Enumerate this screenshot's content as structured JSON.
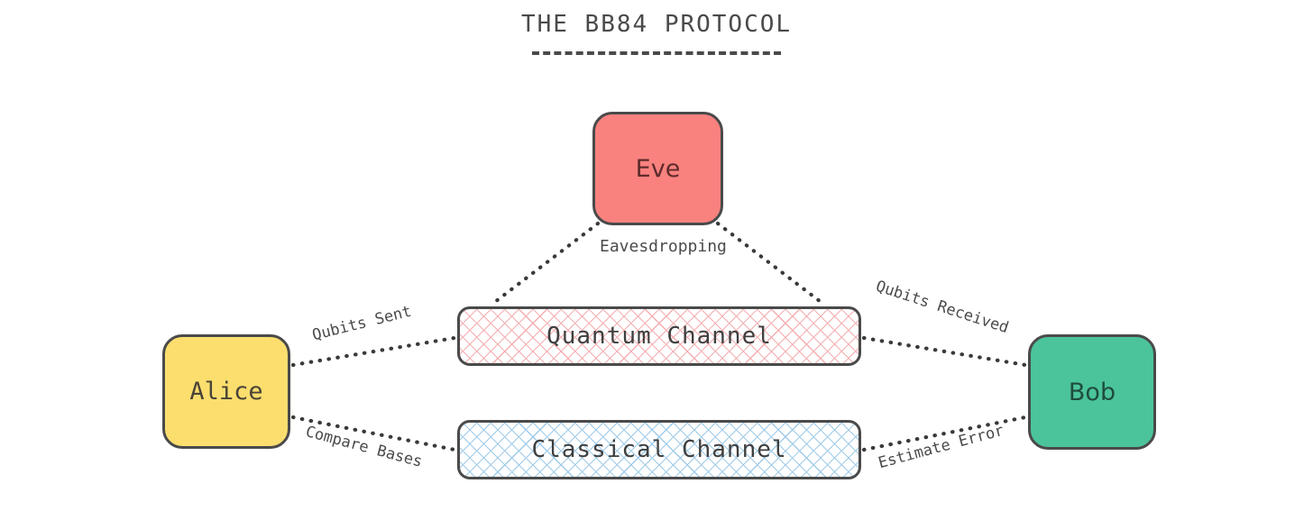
{
  "diagram": {
    "title": "THE BB84 PROTOCOL",
    "background_color": "#ffffff",
    "line_color": "#4a4a4a"
  },
  "nodes": {
    "alice": {
      "label": "Alice",
      "fill": "#FBDE6E",
      "stroke": "#4a4a4a"
    },
    "bob": {
      "label": "Bob",
      "fill": "#4BC49B",
      "stroke": "#4a4a4a"
    },
    "eve": {
      "label": "Eve",
      "fill": "#F9827F",
      "stroke": "#4a4a4a"
    },
    "quantum_channel": {
      "label": "Quantum Channel",
      "hatch_color": "#f3aeb1",
      "stroke": "#4a4a4a"
    },
    "classical_channel": {
      "label": "Classical Channel",
      "hatch_color": "#9fcbe8",
      "stroke": "#4a4a4a"
    }
  },
  "edges": [
    {
      "id": "alice-quantum",
      "from": "alice",
      "to": "quantum_channel",
      "label": "Qubits Sent",
      "style": "dotted"
    },
    {
      "id": "quantum-bob",
      "from": "quantum_channel",
      "to": "bob",
      "label": "Qubits Received",
      "style": "dotted"
    },
    {
      "id": "alice-classical",
      "from": "alice",
      "to": "classical_channel",
      "label": "Compare Bases",
      "style": "dotted"
    },
    {
      "id": "classical-bob",
      "from": "classical_channel",
      "to": "bob",
      "label": "Estimate Error",
      "style": "dotted"
    },
    {
      "id": "eve-quantum-left",
      "from": "eve",
      "to": "quantum_channel",
      "label": "Eavesdropping",
      "style": "dotted"
    },
    {
      "id": "eve-quantum-right",
      "from": "eve",
      "to": "quantum_channel",
      "label": "",
      "style": "dotted"
    }
  ]
}
